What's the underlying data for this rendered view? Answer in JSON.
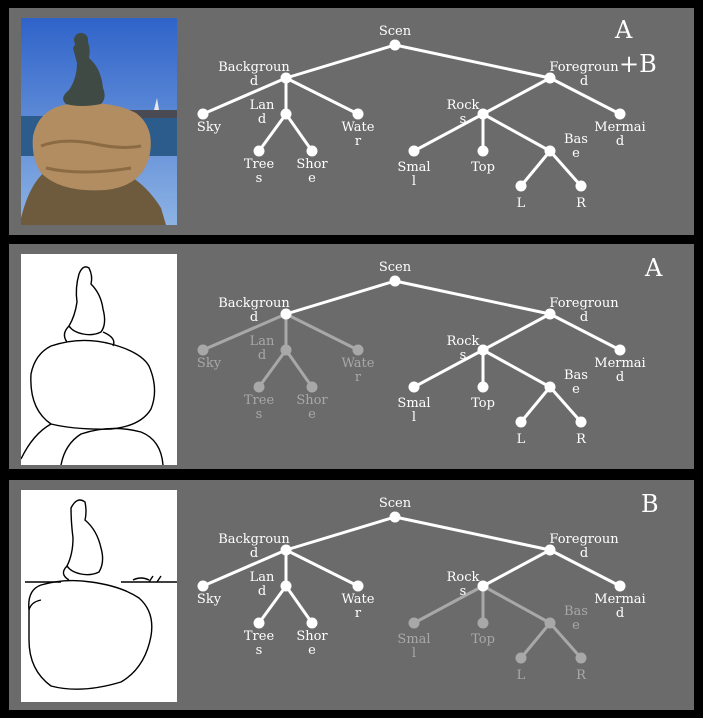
{
  "colors": {
    "background": "#000000",
    "panel": "#6b6b6b",
    "active": "#ffffff",
    "inactive": "#a8a8a8"
  },
  "panels": [
    {
      "label": "A",
      "sublabel": "+B",
      "image": "photo",
      "inactive_nodes": []
    },
    {
      "label": "A",
      "sublabel": "",
      "image": "edge-map-a",
      "inactive_nodes": [
        "sky",
        "land",
        "trees",
        "shore",
        "water"
      ]
    },
    {
      "label": "B",
      "sublabel": "",
      "image": "edge-map-b",
      "inactive_nodes": [
        "small",
        "top",
        "base",
        "l",
        "r"
      ]
    }
  ],
  "tree": {
    "nodes": [
      {
        "id": "scene",
        "label": [
          "Scen"
        ]
      },
      {
        "id": "background",
        "label": [
          "Backgroun",
          "d"
        ]
      },
      {
        "id": "foreground",
        "label": [
          "Foregroun",
          "d"
        ]
      },
      {
        "id": "sky",
        "label": [
          "Sky"
        ]
      },
      {
        "id": "land",
        "label": [
          "Lan",
          "d"
        ]
      },
      {
        "id": "water",
        "label": [
          "Wate",
          "r"
        ]
      },
      {
        "id": "trees",
        "label": [
          "Tree",
          "s"
        ]
      },
      {
        "id": "shore",
        "label": [
          "Shor",
          "e"
        ]
      },
      {
        "id": "rocks",
        "label": [
          "Rock",
          "s"
        ]
      },
      {
        "id": "mermaid",
        "label": [
          "Mermai",
          "d"
        ]
      },
      {
        "id": "small",
        "label": [
          "Smal",
          "l"
        ]
      },
      {
        "id": "top",
        "label": [
          "Top"
        ]
      },
      {
        "id": "base",
        "label": [
          "Bas",
          "e"
        ]
      },
      {
        "id": "l",
        "label": [
          "L"
        ]
      },
      {
        "id": "r",
        "label": [
          "R"
        ]
      }
    ],
    "edges": [
      [
        "scene",
        "background"
      ],
      [
        "scene",
        "foreground"
      ],
      [
        "background",
        "sky"
      ],
      [
        "background",
        "land"
      ],
      [
        "background",
        "water"
      ],
      [
        "land",
        "trees"
      ],
      [
        "land",
        "shore"
      ],
      [
        "foreground",
        "rocks"
      ],
      [
        "foreground",
        "mermaid"
      ],
      [
        "rocks",
        "small"
      ],
      [
        "rocks",
        "top"
      ],
      [
        "rocks",
        "base"
      ],
      [
        "base",
        "l"
      ],
      [
        "base",
        "r"
      ]
    ]
  }
}
